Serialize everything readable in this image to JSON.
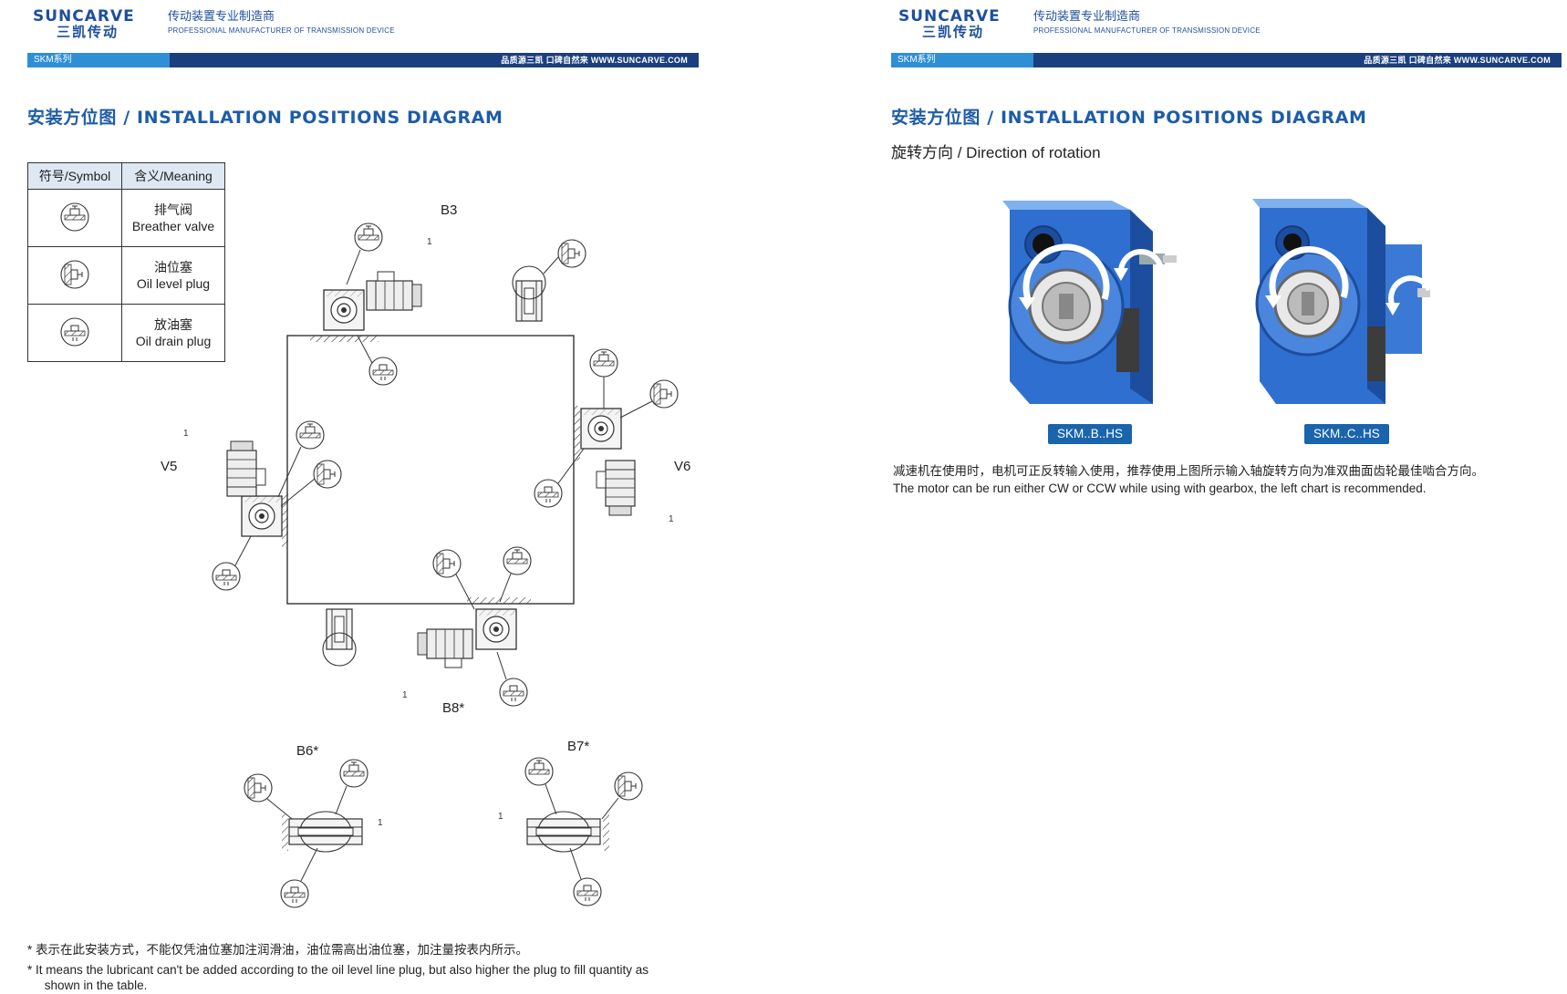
{
  "header": {
    "brand_en": "SUNCARVE",
    "brand_cn": "三凯传动",
    "tagline_cn": "传动装置专业制造商",
    "tagline_en": "PROFESSIONAL MANUFACTURER OF TRANSMISSION DEVICE",
    "series": "SKM系列",
    "slogan": "品质源三凯 口碑自然来  WWW.SUNCARVE.COM"
  },
  "left": {
    "title": "安装方位图 / INSTALLATION POSITIONS DIAGRAM",
    "table": {
      "headers": [
        "符号/Symbol",
        "含义/Meaning"
      ],
      "rows": [
        {
          "icon": "breather-valve-icon",
          "cn": "排气阀",
          "en": "Breather valve"
        },
        {
          "icon": "oil-level-plug-icon",
          "cn": "油位塞",
          "en": "Oil level plug"
        },
        {
          "icon": "oil-drain-plug-icon",
          "cn": "放油塞",
          "en": "Oil drain plug"
        }
      ]
    },
    "positions": [
      "B3",
      "V5",
      "V6",
      "B8*",
      "B6*",
      "B7*"
    ],
    "motor_marker": "1",
    "footnotes": [
      "*  表示在此安装方式，不能仅凭油位塞加注润滑油，油位需高出油位塞，加注量按表内所示。",
      "*   It means the lubricant can't be added according to the oil level line plug, but also higher the plug to fill quantity as",
      "     shown in the table."
    ]
  },
  "right": {
    "title": "安装方位图 / INSTALLATION POSITIONS DIAGRAM",
    "subtitle": "旋转方向 / Direction of rotation",
    "models": [
      "SKM..B..HS",
      "SKM..C..HS"
    ],
    "desc_cn": "减速机在使用时，电机可正反转输入使用，推荐使用上图所示输入轴旋转方向为准双曲面齿轮最佳啮合方向。",
    "desc_en": "The motor can be run either CW or CCW while using with gearbox, the left chart is recommended."
  },
  "colors": {
    "brand_blue": "#1d4f9c",
    "bar_dark": "#1b3f7e",
    "bar_light": "#2f8fd6",
    "title_blue": "#1d5ca8",
    "badge_blue": "#1a64ae"
  }
}
